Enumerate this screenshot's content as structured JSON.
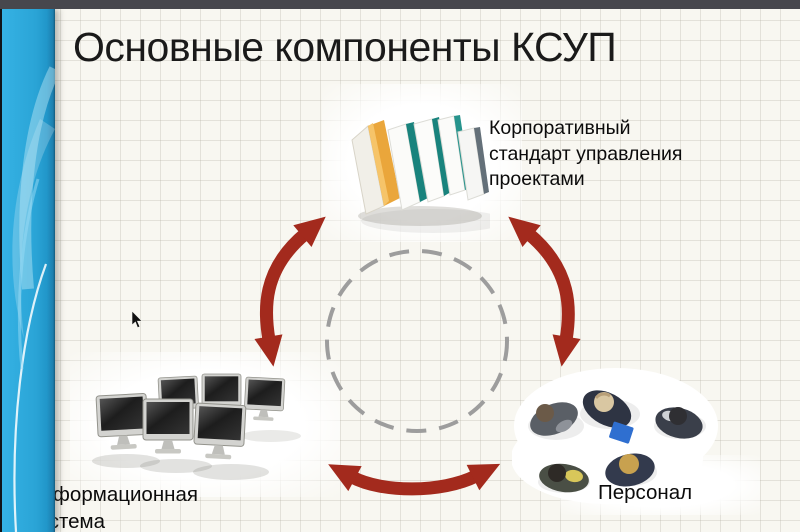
{
  "slide": {
    "title": "Основные компоненты КСУП"
  },
  "components": {
    "standard": {
      "lines": [
        "Корпоративный",
        "стандарт управления",
        "проектами"
      ]
    },
    "info_system": {
      "lines": [
        "Информационная",
        "система"
      ]
    },
    "personnel": {
      "label": "Персонал"
    }
  },
  "icons": {
    "standard": "books-stack-icon",
    "info_system": "monitors-group-icon",
    "personnel": "people-top-view-icon",
    "relation": "double-headed-curved-arrow",
    "center": "dashed-circle",
    "pointer": "mouse-arrow-cursor"
  },
  "colors": {
    "arrow_red": "#a32a1d",
    "stripe_blue": "#2aa4d6",
    "dashed_circle_gray": "#9d9d9d",
    "top_bar": "#47474d",
    "background": "#f8f7f1",
    "title_text": "#1a1a1a"
  }
}
